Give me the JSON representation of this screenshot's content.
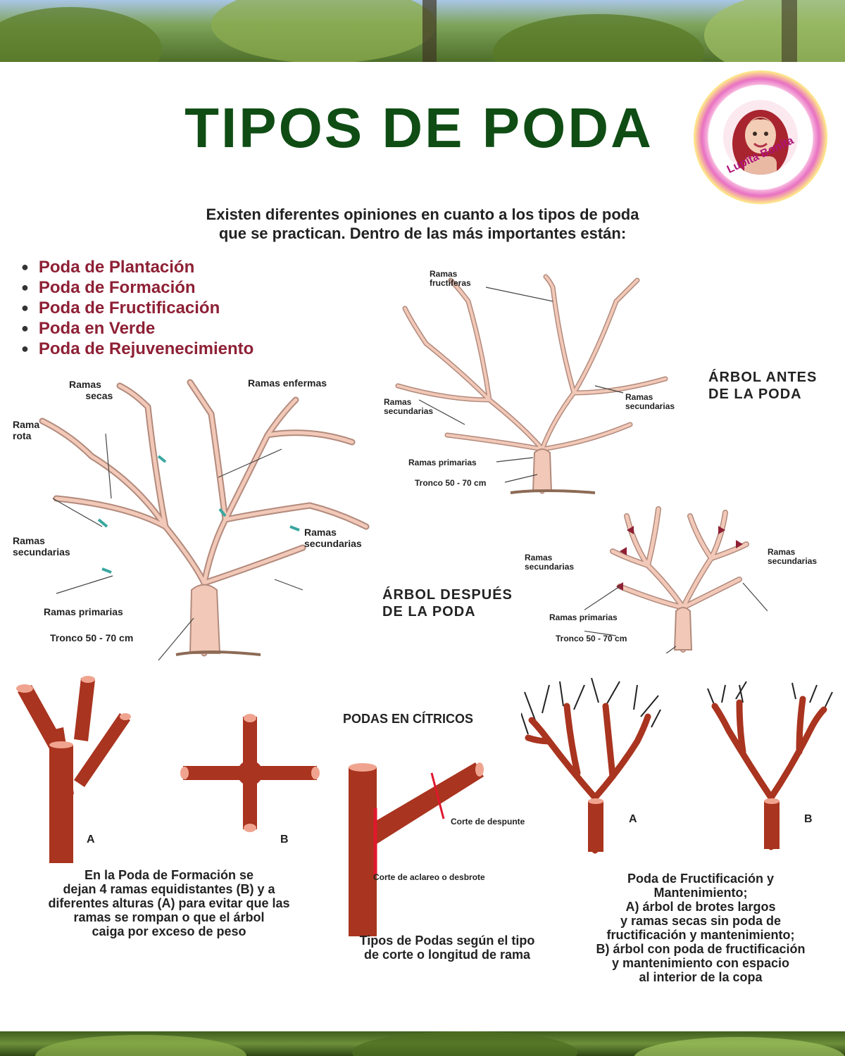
{
  "page": {
    "title": "TIPOS DE PODA",
    "intro_line1": "Existen diferentes opiniones en cuanto a los tipos de poda",
    "intro_line2": "que se practican. Dentro de las más importantes están:",
    "types": [
      "Poda de Plantación",
      "Poda de Formación",
      "Poda de Fructificación",
      "Poda en Verde",
      "Poda de Rejuvenecimiento"
    ],
    "logo_text": "Lupita Bonita"
  },
  "diagram_left": {
    "ramas_secas_1": "Ramas",
    "ramas_secas_2": "secas",
    "ramas_enfermas": "Ramas enfermas",
    "rama_rota_1": "Rama",
    "rama_rota_2": "rota",
    "sec_left_1": "Ramas",
    "sec_left_2": "secundarias",
    "sec_right_1": "Ramas",
    "sec_right_2": "secundarias",
    "primarias": "Ramas primarias",
    "tronco": "Tronco 50 - 70 cm"
  },
  "diagram_before": {
    "fructiferas_1": "Ramas",
    "fructiferas_2": "fructíferas",
    "sec_left_1": "Ramas",
    "sec_left_2": "secundarias",
    "sec_right_1": "Ramas",
    "sec_right_2": "secundarias",
    "primarias": "Ramas primarias",
    "tronco": "Tronco 50 - 70 cm",
    "caption_1": "ÁRBOL ANTES",
    "caption_2": "DE LA PODA"
  },
  "diagram_after": {
    "sec_left_1": "Ramas",
    "sec_left_2": "secundarias",
    "sec_right_1": "Ramas",
    "sec_right_2": "secundarias",
    "primarias": "Ramas primarias",
    "tronco": "Tronco 50 - 70 cm",
    "caption_1": "ÁRBOL DESPUÉS",
    "caption_2": "DE LA PODA"
  },
  "citricos": {
    "title": "PODAS EN CÍTRICOS",
    "label_a": "A",
    "label_b": "B",
    "formacion_caption": [
      "En la Poda de Formación se",
      "dejan 4 ramas equidistantes (B) y a",
      "diferentes alturas (A) para evitar que las",
      "ramas se rompan o que el árbol",
      "caiga por exceso de peso"
    ],
    "corte_despunte": "Corte de despunte",
    "corte_aclareo": "Corte de aclareo o desbrote",
    "tipos_caption": [
      "Tipos de Podas según el tipo",
      "de corte o longitud de rama"
    ],
    "fruct_label_a": "A",
    "fruct_label_b": "B",
    "fruct_caption": [
      "Poda de Fructificación y",
      "Mantenimiento;",
      "A) árbol de brotes largos",
      "y ramas secas sin poda de",
      "fructificación y mantenimiento;",
      "B) árbol con poda de fructificación",
      "y mantenimiento con espacio",
      "al interior de la copa"
    ]
  },
  "colors": {
    "title_green": "#0f4d14",
    "list_red": "#8e2035",
    "trunk_brown": "#a9341f",
    "tree_bark": "#f2c9b8"
  }
}
